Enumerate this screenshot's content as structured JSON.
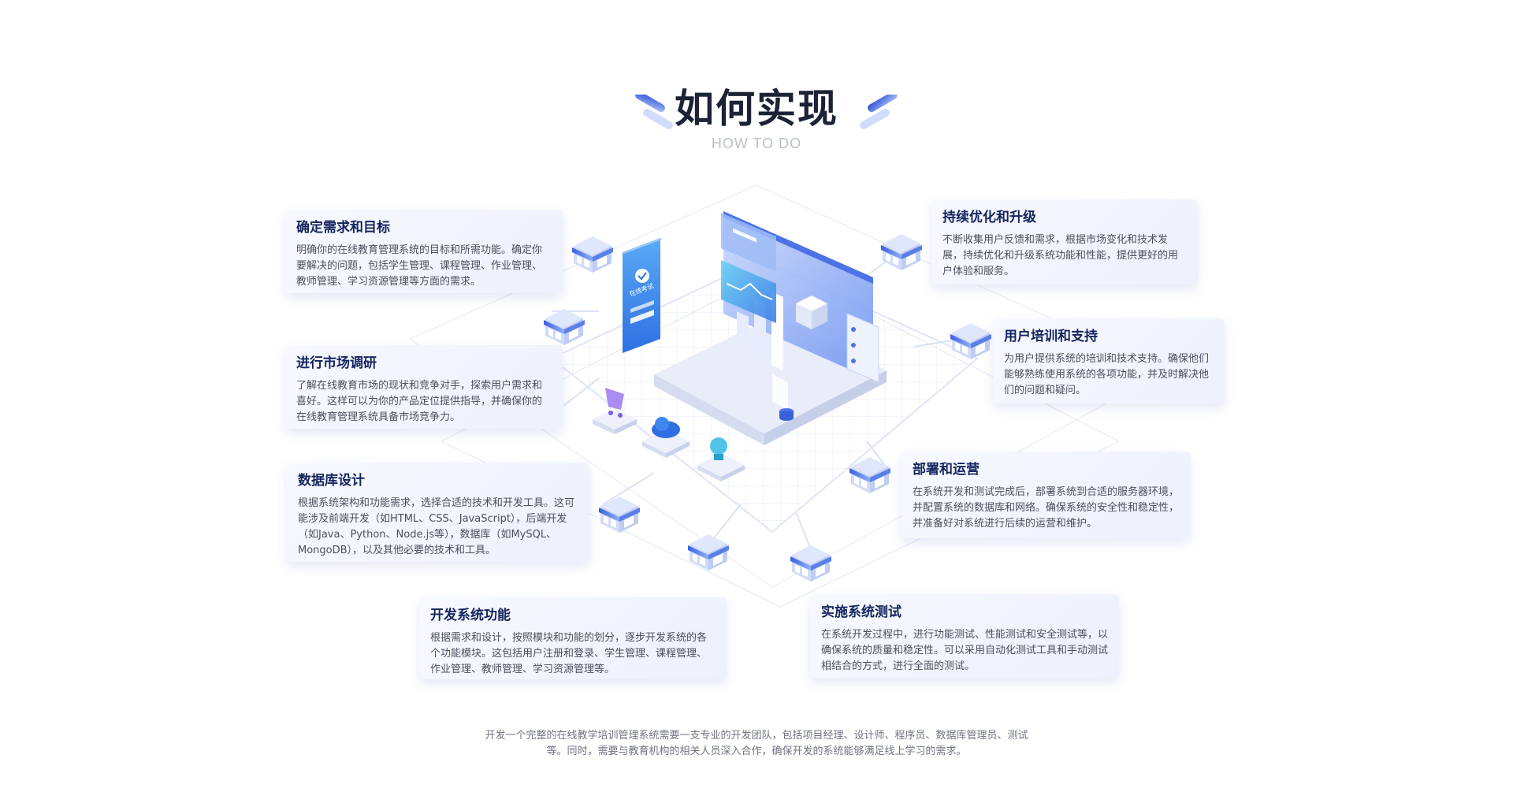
{
  "header": {
    "title": "如何实现",
    "subtitle": "HOW TO DO"
  },
  "colors": {
    "accent": "#3e63e6",
    "title_text": "#14245e",
    "card_bg": "#eef2fd",
    "grid_line": "#dfe5f7"
  },
  "phone": {
    "screen_text": "在线考试"
  },
  "steps": [
    {
      "title": "确定需求和目标",
      "body": "明确你的在线教育管理系统的目标和所需功能。确定你要解决的问题，包括学生管理、课程管理、作业管理、教师管理、学习资源管理等方面的需求。"
    },
    {
      "title": "进行市场调研",
      "body": "了解在线教育市场的现状和竞争对手，探索用户需求和喜好。这样可以为你的产品定位提供指导，并确保你的在线教育管理系统具备市场竞争力。"
    },
    {
      "title": "数据库设计",
      "body": "根据系统架构和功能需求，选择合适的技术和开发工具。这可能涉及前端开发（如HTML、CSS、JavaScript），后端开发（如Java、Python、Node.js等），数据库（如MySQL、MongoDB），以及其他必要的技术和工具。"
    },
    {
      "title": "开发系统功能",
      "body": "根据需求和设计，按照模块和功能的划分，逐步开发系统的各个功能模块。这包括用户注册和登录、学生管理、课程管理、作业管理、教师管理、学习资源管理等。"
    },
    {
      "title": "实施系统测试",
      "body": "在系统开发过程中，进行功能测试、性能测试和安全测试等，以确保系统的质量和稳定性。可以采用自动化测试工具和手动测试相结合的方式，进行全面的测试。"
    },
    {
      "title": "部署和运营",
      "body": "在系统开发和测试完成后，部署系统到合适的服务器环境，并配置系统的数据库和网络。确保系统的安全性和稳定性，并准备好对系统进行后续的运营和维护。"
    },
    {
      "title": "用户培训和支持",
      "body": "为用户提供系统的培训和技术支持。确保他们能够熟练使用系统的各项功能，并及时解决他们的问题和疑问。"
    },
    {
      "title": "持续优化和升级",
      "body": "不断收集用户反馈和需求，根据市场变化和技术发展，持续优化和升级系统功能和性能，提供更好的用户体验和服务。"
    }
  ],
  "footer": {
    "text": "开发一个完整的在线教学培训管理系统需要一支专业的开发团队，包括项目经理、设计师、程序员、数据库管理员、测试等。同时，需要与教育机构的相关人员深入合作，确保开发的系统能够满足线上学习的需求。"
  }
}
